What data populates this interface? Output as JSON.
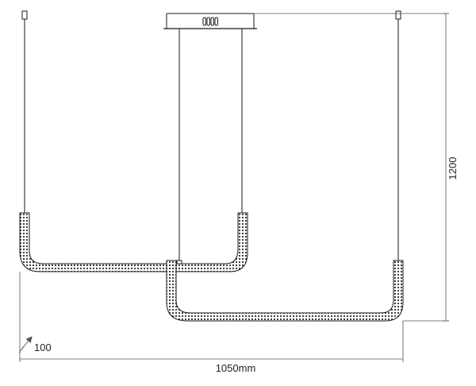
{
  "dimensions": {
    "height_label": "1200",
    "width_label": "1050mm",
    "depth_label": "100"
  },
  "colors": {
    "line": "#1a1a1a",
    "dimension_line": "#555555",
    "canopy_fill": "#ffffff"
  }
}
